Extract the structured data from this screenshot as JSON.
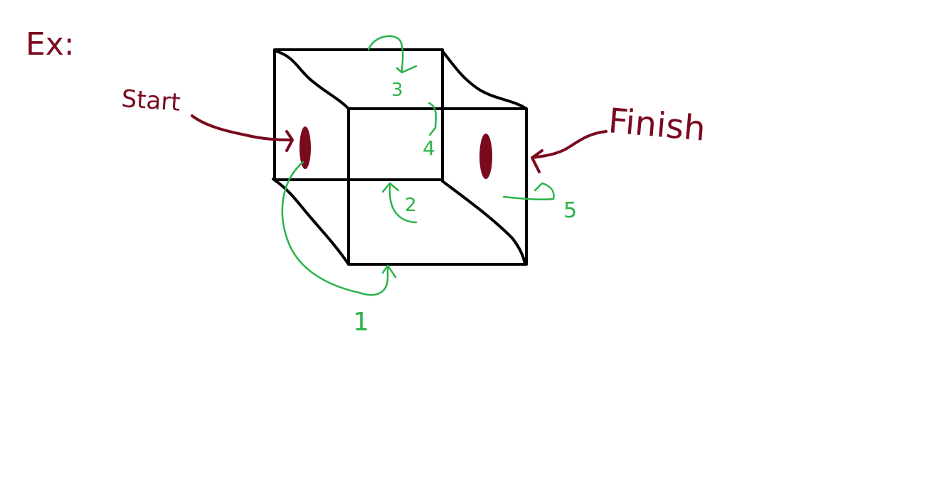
{
  "labels": {
    "example": "Ex:",
    "start": "Start",
    "finish": "Finish"
  },
  "steps": [
    "1",
    "2",
    "3",
    "4",
    "5"
  ],
  "colors": {
    "background": "#ffffff",
    "cube_lines": "#000000",
    "annotation_red": "#7a0a1e",
    "step_green": "#2ab34a"
  }
}
